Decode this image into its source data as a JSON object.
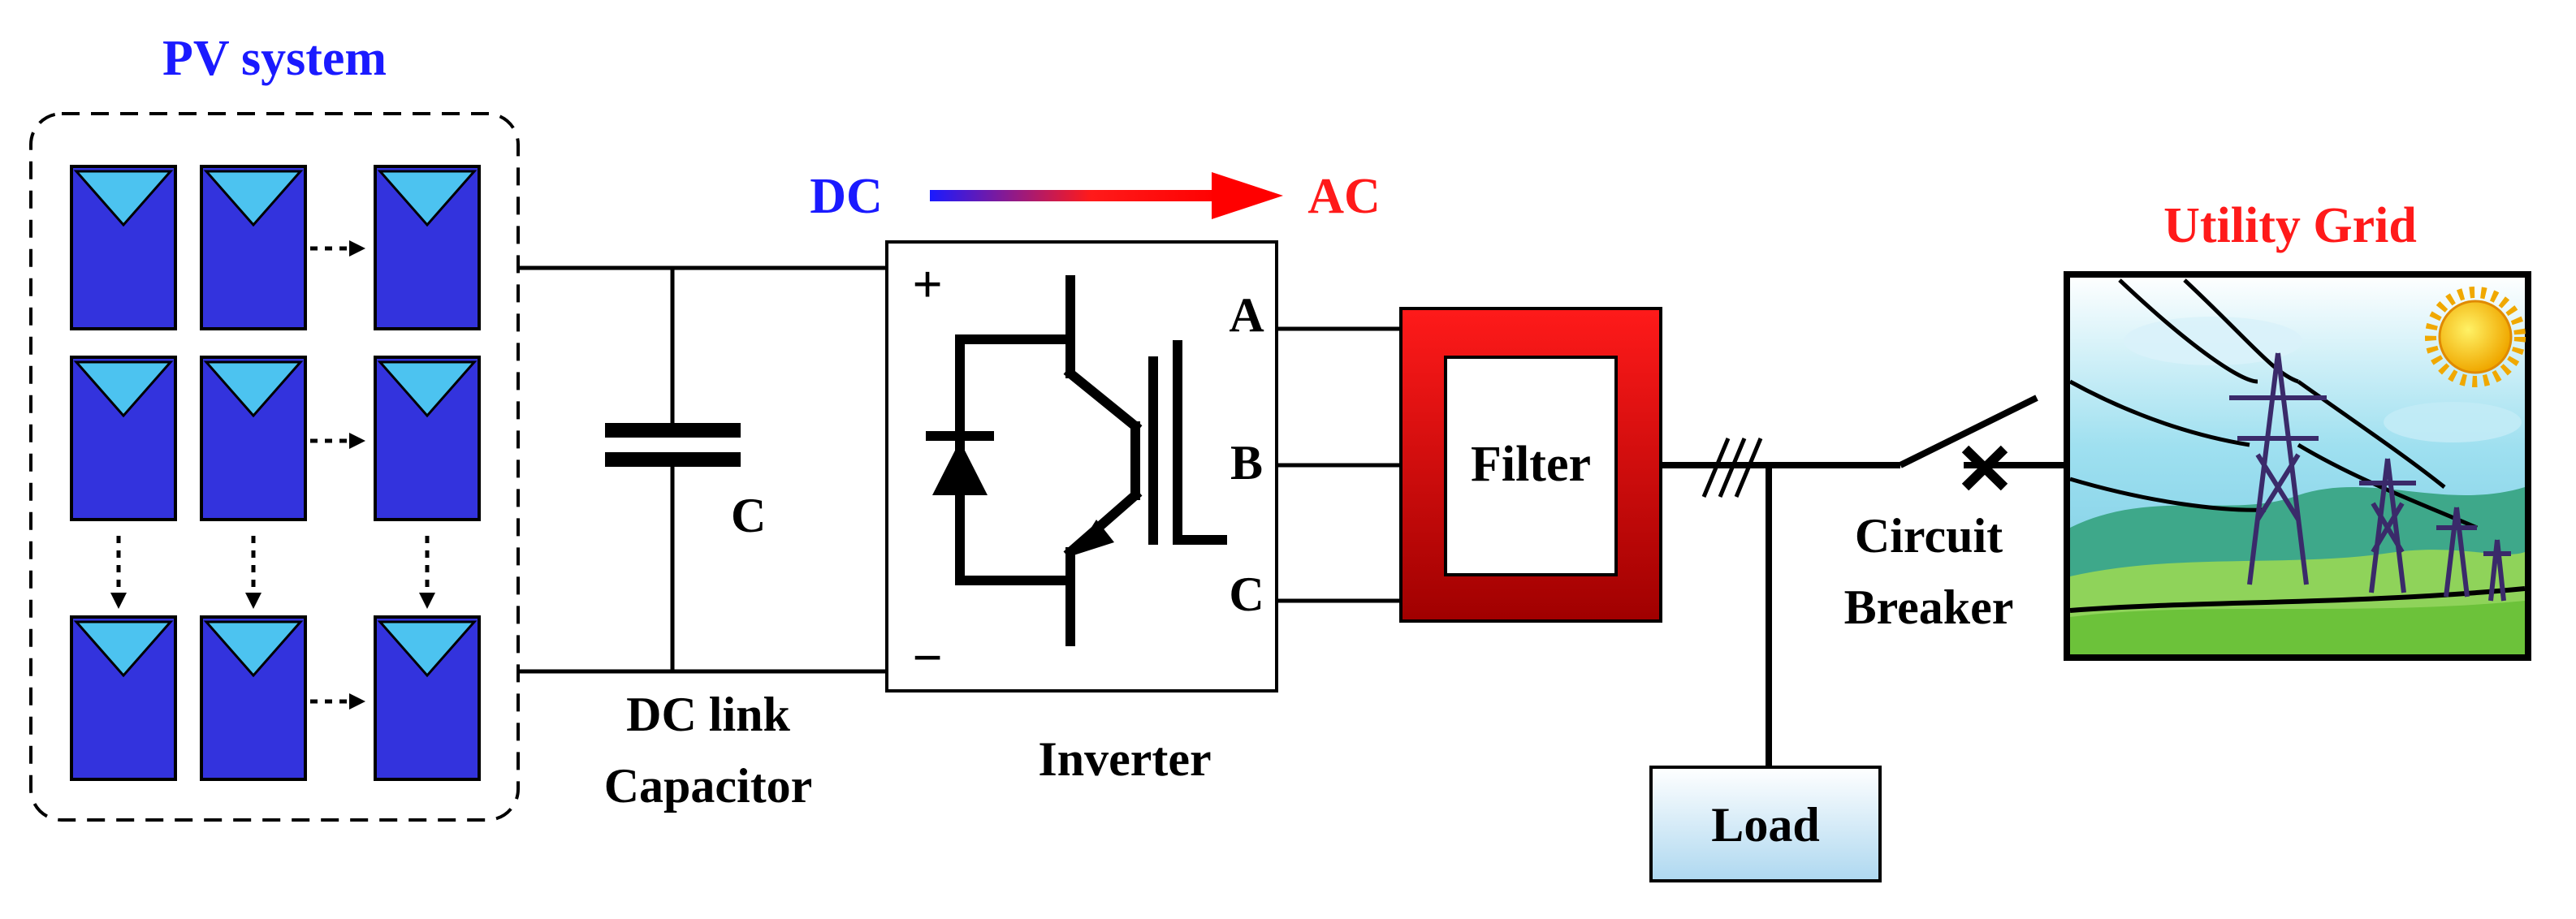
{
  "pv_system": {
    "title": "PV system",
    "title_color": "#1a1aff"
  },
  "conversion": {
    "from": "DC",
    "to": "AC",
    "from_color": "#1a1aff",
    "to_color": "#ff1a1a"
  },
  "dc_link": {
    "cap_label": "C",
    "caption_line1": "DC link",
    "caption_line2": "Capacitor"
  },
  "inverter": {
    "plus": "+",
    "minus": "−",
    "phases": [
      "A",
      "B",
      "C"
    ],
    "caption": "Inverter"
  },
  "filter": {
    "label": "Filter",
    "color": "#e00000"
  },
  "load": {
    "label": "Load"
  },
  "breaker": {
    "caption_line1": "Circuit",
    "caption_line2": "Breaker"
  },
  "grid": {
    "title": "Utility Grid",
    "title_color": "#ff1a1a"
  },
  "colors": {
    "panel": "#3333dd",
    "panel_cell": "#4cc3f0"
  }
}
